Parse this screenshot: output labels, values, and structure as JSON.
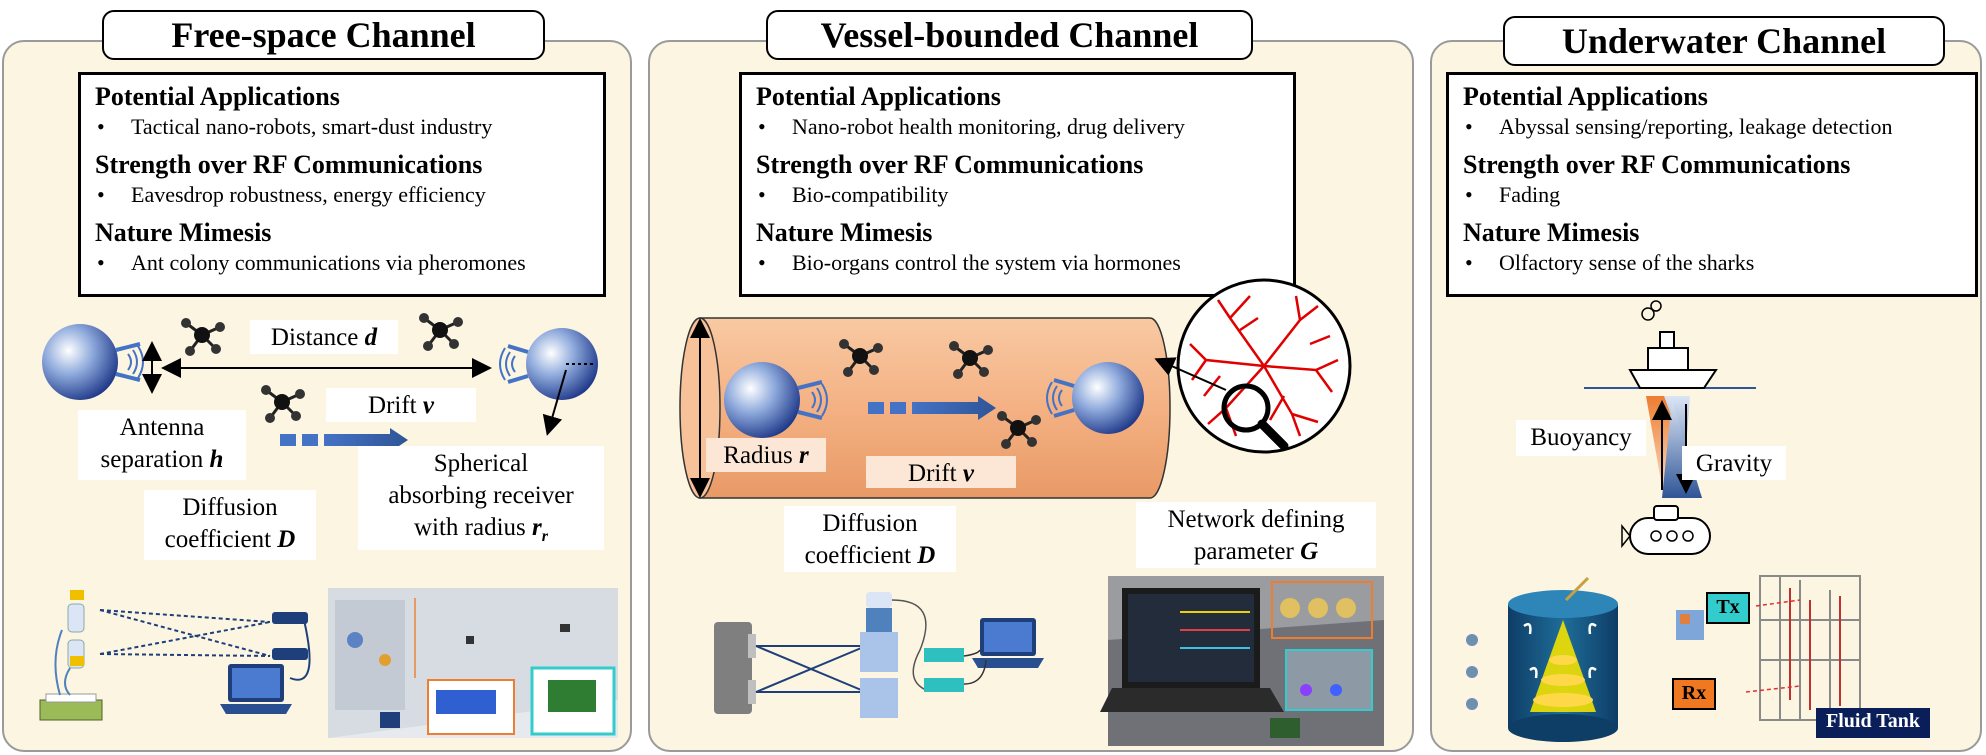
{
  "panels": [
    {
      "title": "Free-space Channel",
      "headings": [
        "Potential Applications",
        "Strength over RF Communications",
        "Nature Mimesis"
      ],
      "bullets": [
        "Tactical nano-robots, smart-dust industry",
        "Eavesdrop robustness, energy efficiency",
        "Ant colony communications via pheromones"
      ],
      "labels": {
        "distance": "Distance ",
        "distance_sym": "d",
        "drift": "Drift ",
        "drift_sym": "v",
        "antenna_1": "Antenna",
        "antenna_2": "separation ",
        "antenna_sym": "h",
        "receiver_1": "Spherical",
        "receiver_2": "absorbing receiver",
        "receiver_3": "with radius ",
        "receiver_sym": "r",
        "receiver_sub": "r",
        "diffusion_1": "Diffusion",
        "diffusion_2": "coefficient ",
        "diffusion_sym": "D"
      }
    },
    {
      "title": "Vessel-bounded Channel",
      "headings": [
        "Potential Applications",
        "Strength over RF Communications",
        "Nature Mimesis"
      ],
      "bullets": [
        "Nano-robot health monitoring, drug delivery",
        "Bio-compatibility",
        "Bio-organs control the system via hormones"
      ],
      "labels": {
        "radius": "Radius ",
        "radius_sym": "r",
        "drift": "Drift ",
        "drift_sym": "v",
        "diffusion_1": "Diffusion",
        "diffusion_2": "coefficient ",
        "diffusion_sym": "D",
        "network_1": "Network defining",
        "network_2": "parameter ",
        "network_sym": "G"
      }
    },
    {
      "title": "Underwater Channel",
      "headings": [
        "Potential Applications",
        "Strength over RF Communications",
        "Nature Mimesis"
      ],
      "bullets": [
        "Abyssal sensing/reporting, leakage detection",
        "Fading",
        "Olfactory sense of the sharks"
      ],
      "labels": {
        "buoyancy": "Buoyancy",
        "gravity": "Gravity",
        "tx": "Tx",
        "rx": "Rx",
        "tank": "Fluid Tank"
      }
    }
  ],
  "colors": {
    "panel_bg": "#fbf5e2",
    "vessel": "#f4b183",
    "sphere": "#2f4f9f",
    "arrow": "#4472c4",
    "tx": "#33cccc",
    "rx": "#f07820",
    "tank_label": "#0a1e5a",
    "vessel_net": "#e00000"
  },
  "icons": [
    "molecule-icon",
    "transmitter-sphere-icon",
    "receiver-sphere-icon",
    "magnifier-icon",
    "ship-icon",
    "submarine-icon",
    "laptop-icon"
  ]
}
